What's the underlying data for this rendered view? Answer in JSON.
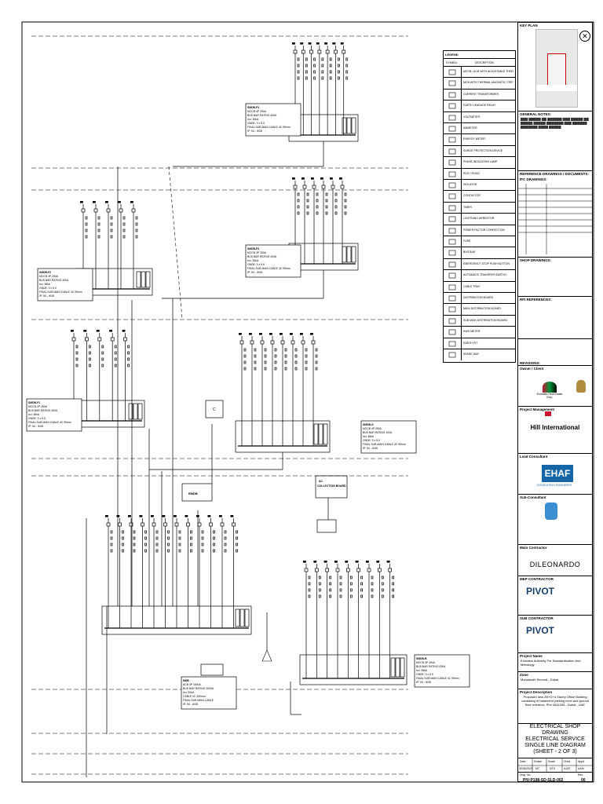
{
  "title_block": {
    "key_plan": "KEY PLAN",
    "general_notes": "GENERAL NOTES:",
    "reference_drawings": "REFERENCE DRAWINGS / DOCUMENTS:",
    "ifc_drawings": "IFC DRAWINGS:",
    "shop_drawings": "SHOP DRAWINGS:",
    "rfi_references": "RFI REFERENCES:",
    "revisions": "REVISIONS:",
    "owner": "Owner / Client",
    "owner_org": "Emirates Real Estate Corp.",
    "project_management": "Project Management",
    "pm_name": "Hill International",
    "lead_consultant": "Lead Consultant",
    "lead_name": "EHAF",
    "lead_sub": "CONSULTING ENGINEERS",
    "sub_consultant": "Sub-Consultant",
    "main_contractor": "Main Contractor",
    "main_contractor_name": "DILEONARDO",
    "mep_contractor": "MEP CONTRACTOR",
    "mep_name": "PIVOT",
    "sub_contractor": "SUB CONTRACTOR",
    "sub_name": "PIVOT",
    "project_name_label": "Project Name",
    "project_name": "Emirates Authority For Standardization And Metrology",
    "zone_label": "Zone",
    "zone": "Muhaisnah Second - Dubai",
    "project_description_label": "Project Description",
    "project_description": "Proposed new 2B+G+4 Storey Office Building consisting of basement parking level and ground floor entrance, Plot 2641005 - Dubai , UAE",
    "drawing_title_1": "ELECTRICAL SHOP DRAWING",
    "drawing_title_2": "ELECTRICAL SERVICE",
    "drawing_title_3": "SINGLE LINE DIAGRAM",
    "drawing_title_4": "(SHEET - 2 OF 3)",
    "date_label": "Date",
    "drawn_label": "Drawn",
    "scale_label": "Scale",
    "chkd_label": "Chkd.",
    "appd_label": "Appd.",
    "date_value": "30/05/2023",
    "drawn_value": "MT",
    "scale_value": "NTS",
    "chkd_value": "AJAY",
    "appd_value": "AJAY",
    "dwg_no_label": "Dwg. No.",
    "rev_label": "Rev.",
    "dwg_no": "PIV-P198-SD-SLD-002",
    "rev": "00"
  },
  "legend": {
    "title": "LEGEND",
    "col_symbol": "SYMBOL",
    "col_desc": "DESCRIPTION",
    "items": [
      "MCCB / ACB WITH ADJUSTABLE THERMAL MAGNETIC TRIP",
      "MCB WITH THERMAL MAGNETIC TRIP",
      "CURRENT TRANSFORMER",
      "EARTH LEAKAGE RELAY",
      "VOLTMETER",
      "AMMETER",
      "ENERGY METER",
      "SURGE PROTECTION DEVICE",
      "PHASE INDICATION LAMP",
      "RCD / RCBO",
      "ISOLATOR",
      "CONTACTOR",
      "TIMER",
      "LIGHTNING ARRESTOR",
      "POWER FACTOR CORRECTION",
      "FUSE",
      "BUS BAR",
      "EMERGENCY STOP PUSH BUTTON",
      "AUTOMATIC TRANSFER SWITCH",
      "CABLE TRAY",
      "DISTRIBUTION BOARD",
      "MAIN DISTRIBUTION BOARD",
      "SUB MAIN DISTRIBUTION BOARD",
      "KWH METER",
      "EARTH PIT",
      "SPARE WAY"
    ]
  },
  "diagram": {
    "boards": [
      {
        "id": "SMDB-F1",
        "lines": [
          "SMDB-F1",
          "MCCB 4P 250A",
          "BUS BAR RATING 400A",
          "Icu: 36kA",
          "GNDE: 3 x 5.0",
          "FINAL SUB MAIN CABLE 4C 95mm",
          "IP: 54 - IK08"
        ]
      },
      {
        "id": "SMDB-F2",
        "lines": [
          "SMDB-F2",
          "MCCB 4P 250A",
          "BUS BAR RATING 400A",
          "Icu: 36kA",
          "GNDE: 3 x 5.0",
          "FINAL SUB MAIN CABLE 4C 95mm",
          "IP: 54 - IK08"
        ]
      },
      {
        "id": "SMDB-F3",
        "lines": [
          "SMDB-F3",
          "MCCB 4P 250A",
          "BUS BAR RATING 400A",
          "Icu: 36kA",
          "GNDE: 3 x 5.0",
          "FINAL SUB MAIN CABLE 4C 95mm",
          "IP: 54 - IK08"
        ]
      },
      {
        "id": "SMDB-F4",
        "lines": [
          "SMDB-F4",
          "MCCB 4P 250A",
          "BUS BAR RATING 400A",
          "Icu: 36kA",
          "GNDE: 3 x 5.0",
          "FINAL SUB MAIN CABLE 4C 95mm",
          "IP: 54 - IK08"
        ]
      },
      {
        "id": "SMDB-G",
        "lines": [
          "SMDB-G",
          "MCCB 4P 250A",
          "BUS BAR RATING 400A",
          "Icu: 36kA",
          "GNDE: 3 x 5.0",
          "FINAL SUB MAIN CABLE 4C 95mm",
          "IP: 54 - IK08"
        ]
      },
      {
        "id": "MDB",
        "lines": [
          "MDB",
          "ACB 4P 1600A",
          "BUS BAR RATING 2000A",
          "Icu: 50kA",
          "CABLE 4C 300mm",
          "FINAL SUB MAIN CABLE",
          "IP: 54 - IK08"
        ]
      },
      {
        "id": "SMDB-B",
        "lines": [
          "SMDB-B",
          "MCCB 4P 400A",
          "BUS BAR RATING 630A",
          "Icu: 36kA",
          "GNDE: 3 x 5.0",
          "FINAL SUB MAIN CABLE 4C 95mm",
          "IP: 54 - IK08"
        ]
      }
    ],
    "emdb_label": "EMDB",
    "collection_board_label": "AC COLLECTION BOARD",
    "c_label": "C"
  }
}
